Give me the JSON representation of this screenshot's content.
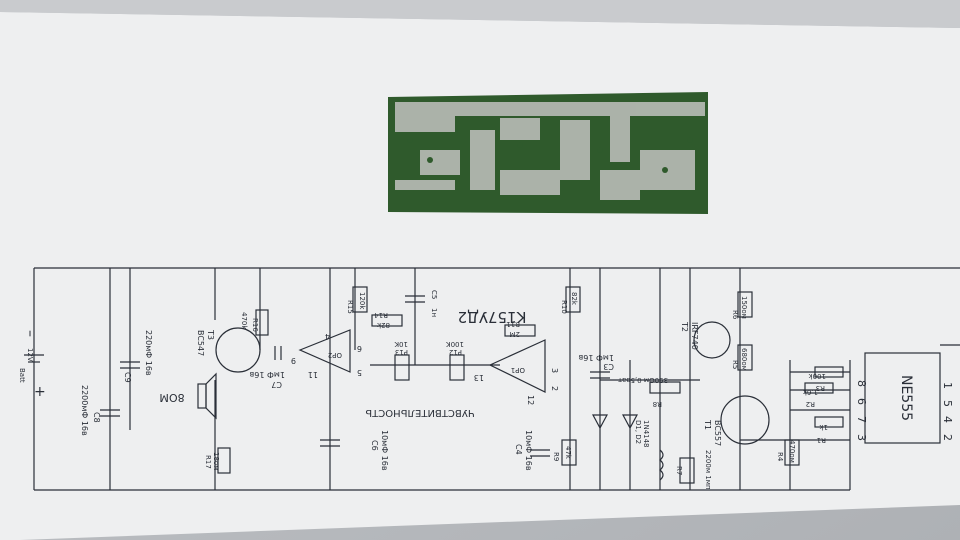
{
  "photo": {
    "pcb": {
      "color": "#2f5a2c",
      "trace_color": "#b9bcb7"
    },
    "schematic": {
      "line_color": "#2a2f38",
      "paper_color": "#f4f5f6",
      "labels": {
        "ne555": "NE555",
        "k157": "K157УД2",
        "sens": "ЧУВСТВИТЕЛЬНОСТЬ",
        "bc547": "BC547",
        "t3": "T3",
        "t1": "T1",
        "bc557": "BC557",
        "t2": "T2",
        "irf740": "IRF740",
        "op1": "OP1",
        "op2": "OP2",
        "ohm": "8ОМ",
        "c9": "C9",
        "c9v": "220мФ 16в",
        "c8": "C8",
        "c8v": "2200мФ 16в",
        "c7": "C7",
        "c7v": "1мФ 16в",
        "c6": "C6",
        "c6v": "10мФ 16в",
        "c5": "C5",
        "c5v": "1н",
        "c4": "C4",
        "c4v": "10мФ 16в",
        "c3": "C3",
        "c3v": "1мФ 16в",
        "batt": "Batt",
        "v12": "12V",
        "r15": "R15",
        "r15v": "120k",
        "r14": "R14",
        "r14v": "82k",
        "r16": "R16",
        "r16v": "470k",
        "r17": "R17",
        "r17v": "18ом",
        "r13": "P13",
        "r13v": "10K",
        "r12": "P12",
        "r12v": "100K",
        "r11": "R11",
        "r11v": "2M",
        "r10": "R10",
        "r10v": "82k",
        "r9": "R9",
        "r9v": "47k",
        "r8": "R8",
        "r8v": "390Ом 0,5ват",
        "r7": "R7",
        "r6": "R6",
        "r6v": "150ом",
        "r5": "R5",
        "r5v": "680ом",
        "r4": "R4",
        "r4v": "470ом",
        "r3": "R3",
        "r3v": "100k",
        "r2": "R2",
        "r2v": "1.6k",
        "r1": "R1",
        "r1v": "1k",
        "d": "D1, D2",
        "dv": "1N4148",
        "l": "2200м 1мп",
        "pin1": "1",
        "pin2": "2",
        "pin3": "3",
        "pin4": "4",
        "pin5": "5",
        "pin6": "6",
        "pin7": "7",
        "pin8": "8",
        "n3": "3",
        "n2": "2",
        "n13": "13",
        "n12": "12",
        "n11": "11",
        "n9": "9",
        "n6": "6",
        "n5": "5",
        "n4": "4",
        "plus": "+",
        "minus": "–"
      }
    }
  }
}
